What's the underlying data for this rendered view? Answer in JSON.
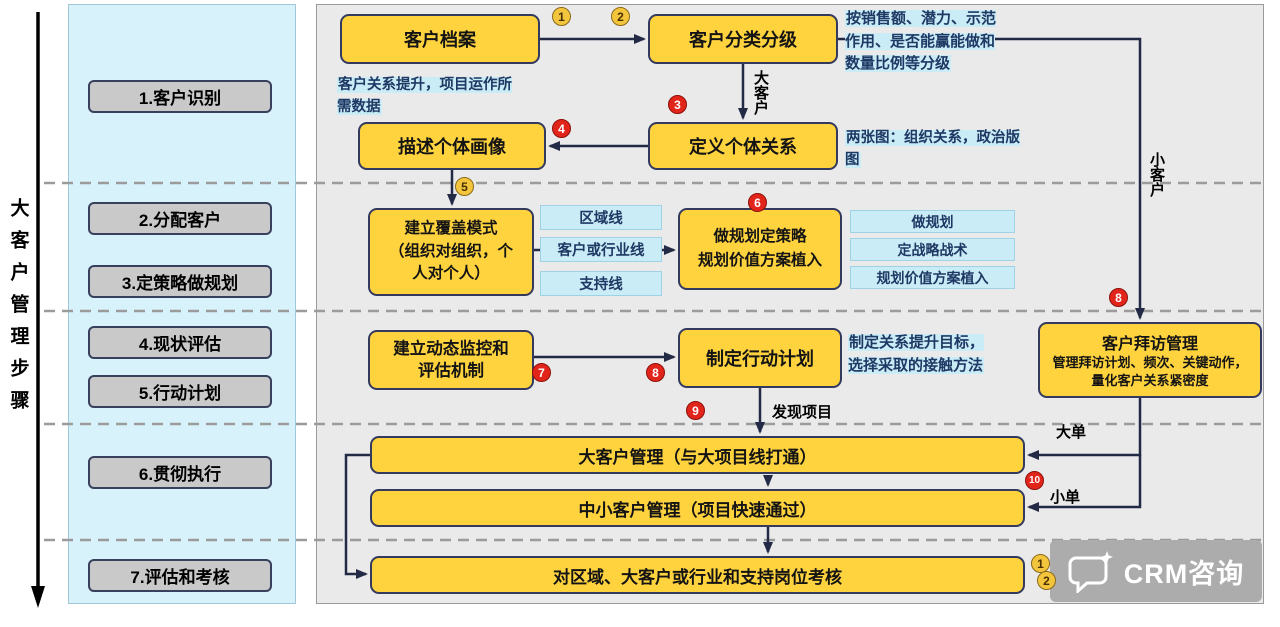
{
  "colors": {
    "node_fill": "#FFD33E",
    "node_border": "#333A5E",
    "sidebar_bg": "#D7F2FA",
    "main_bg": "#EAEAEA",
    "annotation_bg": "#C9ECF6",
    "step_bg": "#C9C9C9",
    "badge_red": "#E1251B",
    "badge_yellow": "#F2C53D",
    "arrow": "#232A46"
  },
  "axis": {
    "title": "大客户管理步骤"
  },
  "sidebar": {
    "steps": [
      {
        "label": "1.客户识别"
      },
      {
        "label": "2.分配客户"
      },
      {
        "label": "3.定策略做规划"
      },
      {
        "label": "4.现状评估"
      },
      {
        "label": "5.行动计划"
      },
      {
        "label": "6.贯彻执行"
      },
      {
        "label": "7.评估和考核"
      }
    ]
  },
  "flow": {
    "nodes": {
      "customer_file": "客户档案",
      "classification": "客户分类分级",
      "define_relation": "定义个体关系",
      "portrait": "描述个体画像",
      "coverage": "建立覆盖模式\n（组织对组织，个\n人对个人）",
      "planning": "做规划定策略\n规划价值方案植入",
      "monitor": "建立动态监控和\n评估机制",
      "action_plan": "制定行动计划",
      "visit_title": "客户拜访管理",
      "visit_desc": "管理拜访计划、频次、关键动作，量化客户关系紧密度",
      "key_account": "大客户管理（与大项目线打通）",
      "smb": "中小客户管理（项目快速通过）",
      "assessment": "对区域、大客户或行业和支持岗位考核"
    },
    "annotations": {
      "grading": "按销售额、潜力、示范作用、是否能赢能做和数量比例等分级",
      "data_needed": "客户关系提升，项目运作所需数据",
      "two_charts": "两张图：组织关系，政治版图",
      "line_region": "区域线",
      "line_customer": "客户或行业线",
      "line_support": "支持线",
      "plan_1": "做规划",
      "plan_2": "定战略战术",
      "plan_3": "规划价值方案植入",
      "relation_goal": "制定关系提升目标，选择采取的接触方法"
    },
    "labels": {
      "big_customer": "大客户",
      "small_customer": "小客户",
      "find_project": "发现项目",
      "big_order": "大单",
      "small_order": "小单"
    },
    "badges": {
      "b1": "1",
      "b2": "2",
      "b3": "3",
      "b4": "4",
      "b5": "5",
      "b6": "6",
      "b7": "7",
      "b8": "8",
      "b9": "9",
      "b10": "8",
      "b11": "10",
      "b12": "1",
      "b13": "2"
    }
  },
  "logo": {
    "text": "CRM咨询"
  }
}
